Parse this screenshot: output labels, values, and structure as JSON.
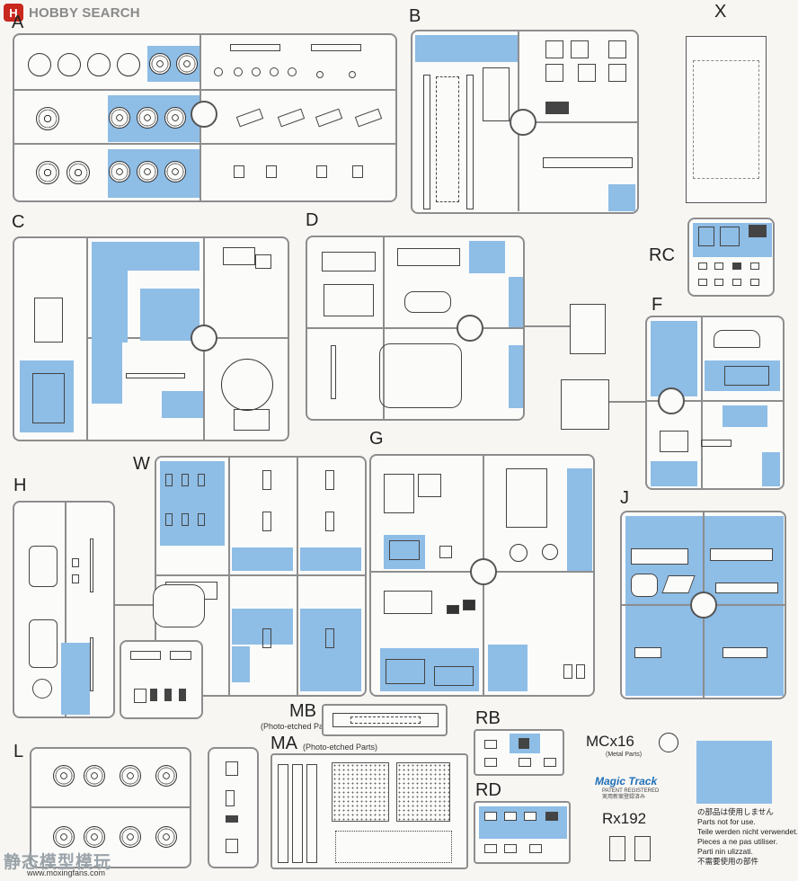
{
  "header": {
    "logo_text": "H",
    "site_name": "HOBBY SEARCH"
  },
  "sprues": [
    {
      "key": "A",
      "label": "A"
    },
    {
      "key": "B",
      "label": "B"
    },
    {
      "key": "X",
      "label": "X"
    },
    {
      "key": "C",
      "label": "C"
    },
    {
      "key": "D",
      "label": "D"
    },
    {
      "key": "RC",
      "label": "RC"
    },
    {
      "key": "F",
      "label": "F"
    },
    {
      "key": "W",
      "label": "W"
    },
    {
      "key": "G",
      "label": "G"
    },
    {
      "key": "H",
      "label": "H"
    },
    {
      "key": "J",
      "label": "J"
    },
    {
      "key": "MB",
      "label": "MB",
      "note": "(Photo-etched Parts)"
    },
    {
      "key": "RB",
      "label": "RB"
    },
    {
      "key": "L",
      "label": "L"
    },
    {
      "key": "MA",
      "label": "MA",
      "note": "(Photo-etched Parts)"
    },
    {
      "key": "RD",
      "label": "RD"
    }
  ],
  "extras": {
    "metal": {
      "label": "MCx16",
      "note": "(Metal Parts)"
    },
    "magic_track": {
      "logo": "Magic Track",
      "sub1": "PATENT REGISTERED",
      "sub2": "実用新案登録済み"
    },
    "rx": {
      "label": "Rx192"
    }
  },
  "legend": {
    "color": "#8ebde6",
    "lines": [
      "の部品は使用しません",
      "Parts not for use.",
      "Teile werden nicht verwendet.",
      "Pieces a ne pas utiliser.",
      "Parti nin ulizzati.",
      "不需要使用の部件"
    ]
  },
  "watermark": {
    "cn": "静态模型模玩",
    "url": "www.moxingfans.com"
  }
}
